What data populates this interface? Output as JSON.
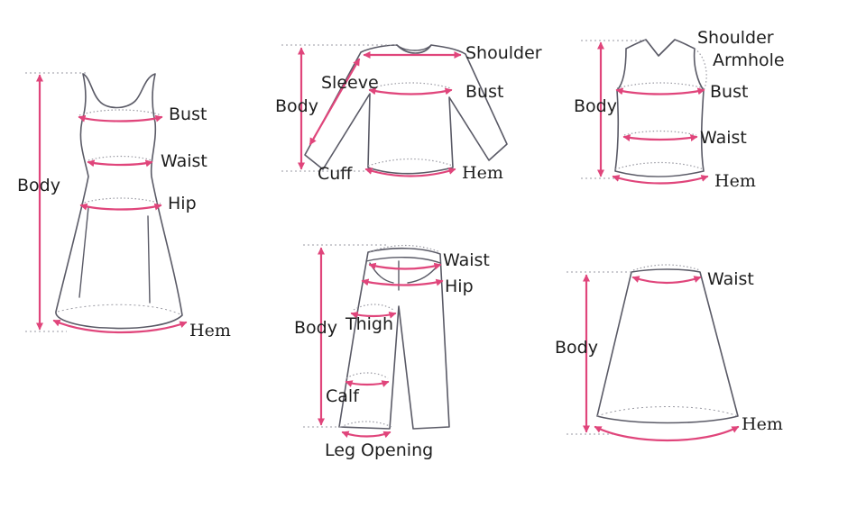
{
  "colors": {
    "measure": "#e0457b",
    "outline": "#5a5a66",
    "guide": "#9a9aa3"
  },
  "dress": {
    "bust": "Bust",
    "waist": "Waist",
    "hip": "Hip",
    "body": "Body",
    "hem": "Hem"
  },
  "top": {
    "shoulder": "Shoulder",
    "sleeve": "Sleeve",
    "body": "Body",
    "bust": "Bust",
    "cuff": "Cuff",
    "hem": "Hem"
  },
  "tank": {
    "shoulder": "Shoulder",
    "armhole": "Armhole",
    "body": "Body",
    "bust": "Bust",
    "waist": "Waist",
    "hem": "Hem"
  },
  "pants": {
    "waist": "Waist",
    "hip": "Hip",
    "body": "Body",
    "thigh": "Thigh",
    "calf": "Calf",
    "leg_opening": "Leg Opening"
  },
  "skirt": {
    "waist": "Waist",
    "body": "Body",
    "hem": "Hem"
  }
}
